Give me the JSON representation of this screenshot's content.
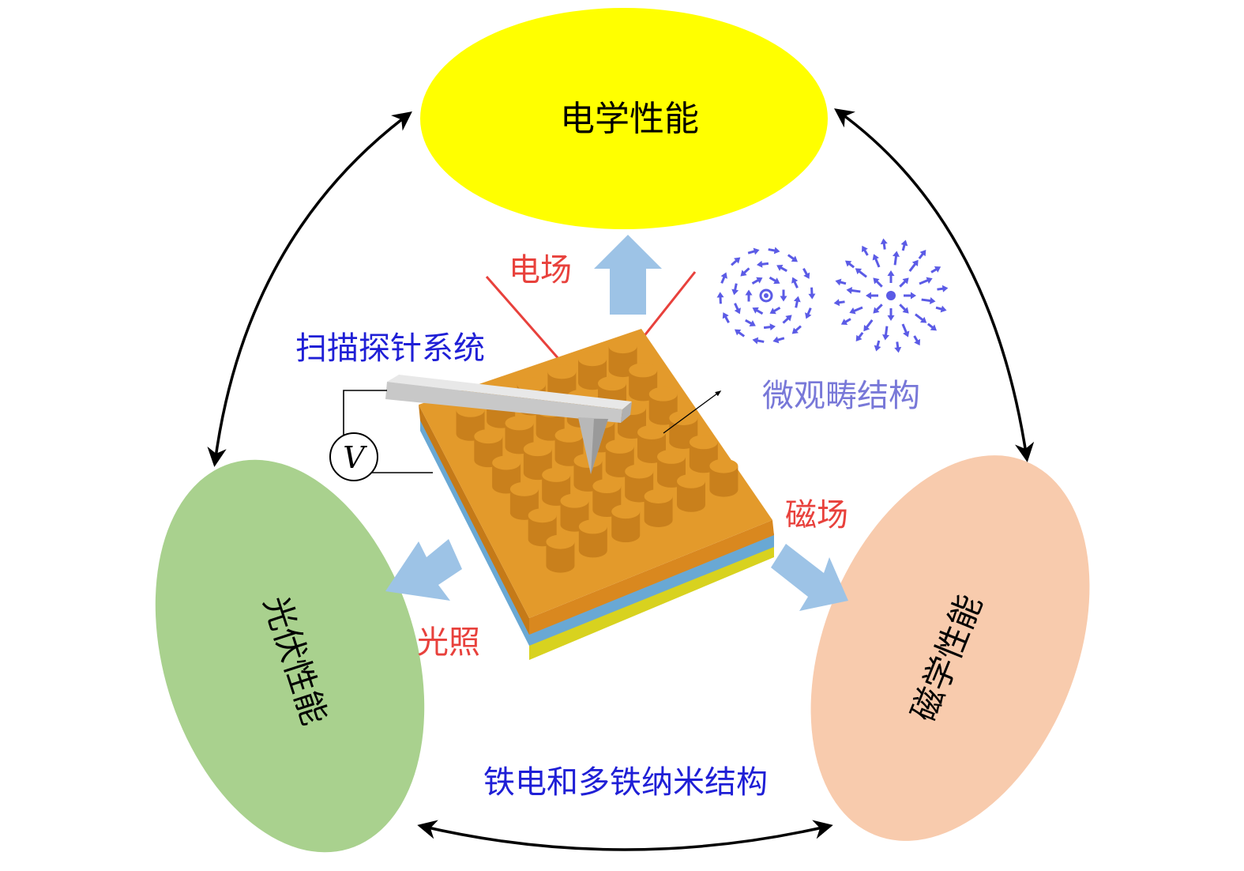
{
  "nodes": {
    "electrical": {
      "label": "电学性能",
      "color": "#ffff00"
    },
    "photovoltaic": {
      "label": "光伏性能",
      "color": "#a9d18e"
    },
    "magnetic": {
      "label": "磁学性能",
      "color": "#f8cbad"
    }
  },
  "labels": {
    "electric_field": "电场",
    "magnetic_field": "磁场",
    "illumination": "光照",
    "spm_system": "扫描探针系统",
    "domain_structure": "微观畴结构",
    "center_title": "铁电和多铁纳米结构",
    "voltmeter": "V"
  },
  "colors": {
    "stimulus_red": "#e8413c",
    "title_blue": "#1f1fd6",
    "domain_purple": "#7878d8",
    "domain_arrow": "#5b5be6",
    "flow_arrow": "#9dc3e6",
    "pillar": "#e39a2b",
    "layer_blue": "#69a8d4",
    "layer_yellow": "#d8d21f",
    "cantilever": "#d4d4d4"
  }
}
